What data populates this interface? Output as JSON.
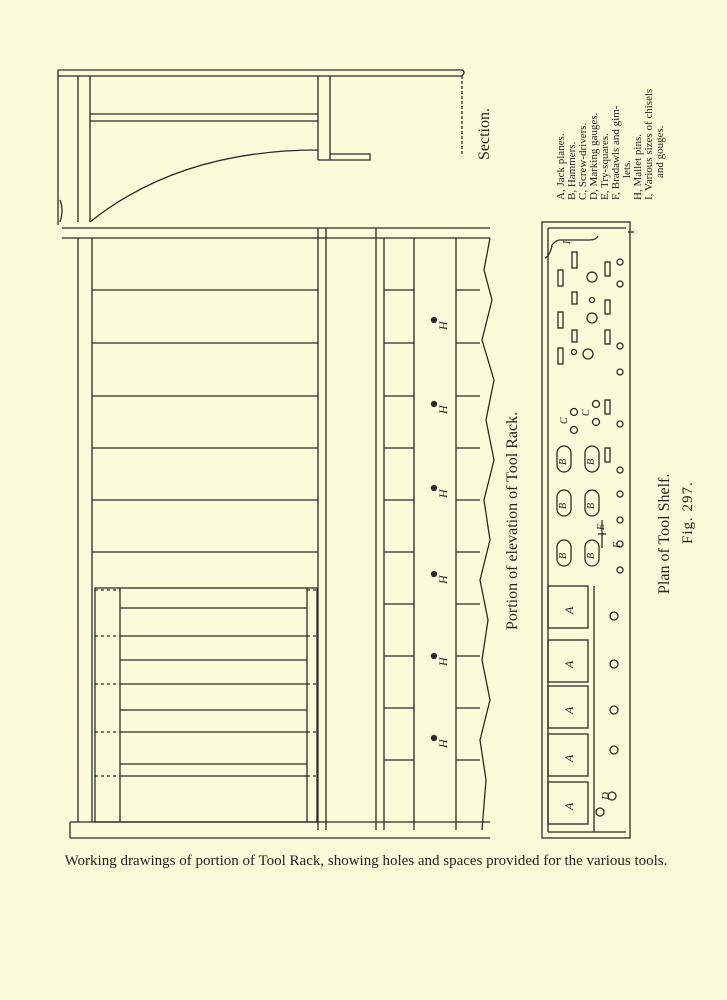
{
  "section_label": "Section.",
  "legend": [
    "A, Jack planes.",
    "B, Hammers.",
    "C, Screw-drivers.",
    "D, Marking gauges.",
    "E, Try-squares.",
    "F, Bradawls and gim-",
    "lets.",
    "H, Mallet pins.",
    "I, Various sizes of chisels",
    "and gouges."
  ],
  "elevation_label": "Portion of elevation of Tool Rack.",
  "plan_label": "Plan of Tool Shelf.",
  "figure_label": "Fig. 297.",
  "marks": {
    "A": "A",
    "B": "B",
    "C": "C",
    "D": "D",
    "E": "E",
    "F": "F",
    "H": "H",
    "I": "I"
  },
  "caption": "Working drawings of portion of Tool Rack, showing holes and spaces provided for the various tools.",
  "colors": {
    "paper": "#fbfbd9",
    "ink": "#222222"
  }
}
